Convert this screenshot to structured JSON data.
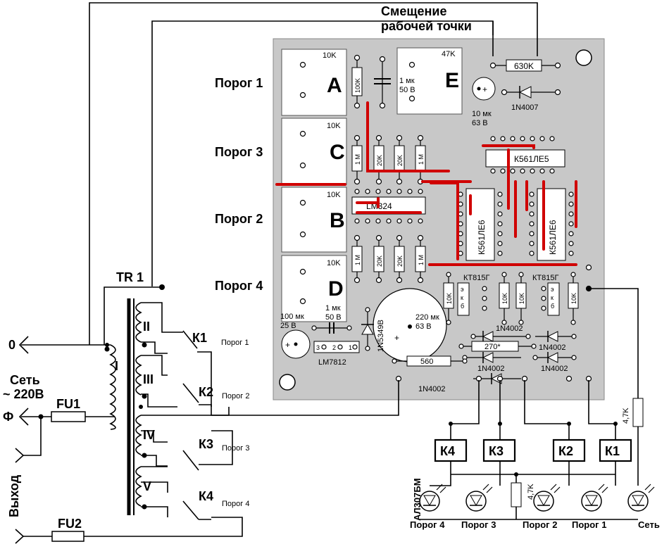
{
  "heading": {
    "line1": "Смещение",
    "line2": "рабочей точки"
  },
  "thresholds": {
    "porog1": "Порог 1",
    "porog2": "Порог 2",
    "porog3": "Порог 3",
    "porog4": "Порог 4"
  },
  "pots": {
    "a": {
      "letter": "A",
      "value": "10K"
    },
    "b": {
      "letter": "B",
      "value": "10K"
    },
    "c": {
      "letter": "C",
      "value": "10K"
    },
    "d": {
      "letter": "D",
      "value": "10K"
    },
    "e": {
      "letter": "E",
      "value": "47K"
    }
  },
  "caps": {
    "e_cap": [
      "1 мк",
      "50 В"
    ],
    "c10": [
      "10 мк",
      "63 В"
    ],
    "c100": [
      "100 мк",
      "25 В"
    ],
    "c1d": [
      "1 мк",
      "50 В"
    ],
    "c220": [
      "220 мк",
      "63 В"
    ]
  },
  "resistors": {
    "r630k": "630K",
    "r100k": "100K",
    "r1m": "1 M",
    "r20k": "20K",
    "r10k": "10K",
    "r560": "560",
    "r270": "270*",
    "r47k": "4,7K"
  },
  "chips": {
    "le5": "К561ЛЕ5",
    "le6a": "К561ЛЕ6",
    "le6b": "К561ЛЕ6",
    "lm324": "LM324",
    "lm7812": "LM7812",
    "lm7812_pins": [
      "3",
      "2",
      "1"
    ]
  },
  "transistors": {
    "kt815_a": "КТ815Г",
    "kt815_b": "КТ815Г",
    "pins": [
      "б",
      "к",
      "э"
    ]
  },
  "diodes": {
    "d4007": "1N4007",
    "d4002": "1N4002",
    "zener": "1N5349B"
  },
  "left": {
    "zero": "0",
    "net": "Сеть",
    "voltage": "~ 220В",
    "phase": "Ф",
    "output": "Выход",
    "fu1": "FU1",
    "fu2": "FU2"
  },
  "transformer": {
    "name": "TR 1",
    "windings": [
      "I",
      "II",
      "III",
      "IV",
      "V"
    ]
  },
  "relays": {
    "k1": "К1",
    "k2": "К2",
    "k3": "К3",
    "k4": "К4"
  },
  "led": {
    "type": "АЛ307БМ",
    "labels": [
      "Порог 4",
      "Порог 3",
      "Порог 2",
      "Порог 1",
      "Сеть"
    ]
  }
}
